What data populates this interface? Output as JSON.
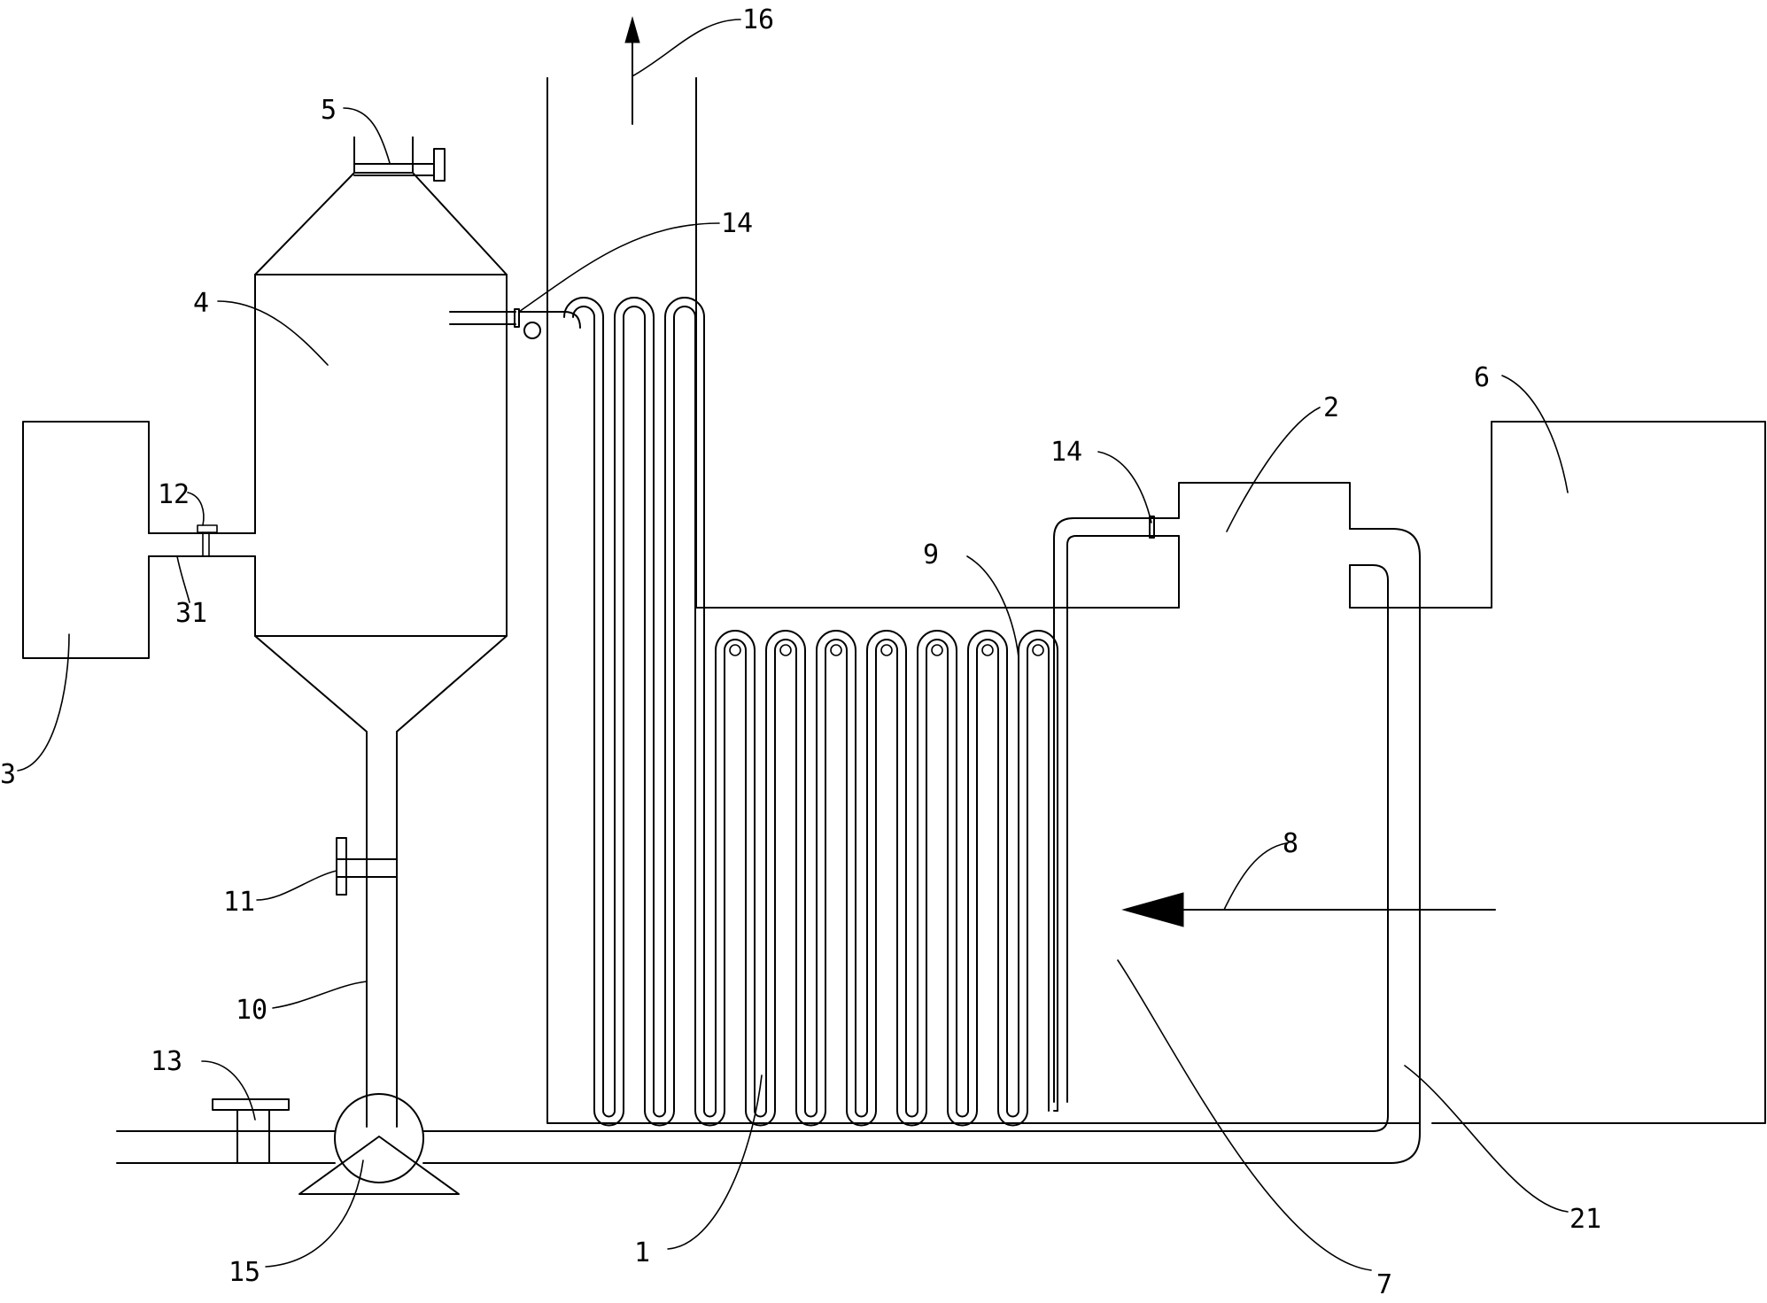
{
  "labels": {
    "l1": "1",
    "l2": "2",
    "l3": "3",
    "l4": "4",
    "l5": "5",
    "l6": "6",
    "l7": "7",
    "l8": "8",
    "l9": "9",
    "l10": "10",
    "l11": "11",
    "l12": "12",
    "l13": "13",
    "l14a": "14",
    "l14b": "14",
    "l15": "15",
    "l16": "16",
    "l21": "21",
    "l31": "31"
  },
  "colors": {
    "stroke": "#000000",
    "background": "#ffffff"
  }
}
